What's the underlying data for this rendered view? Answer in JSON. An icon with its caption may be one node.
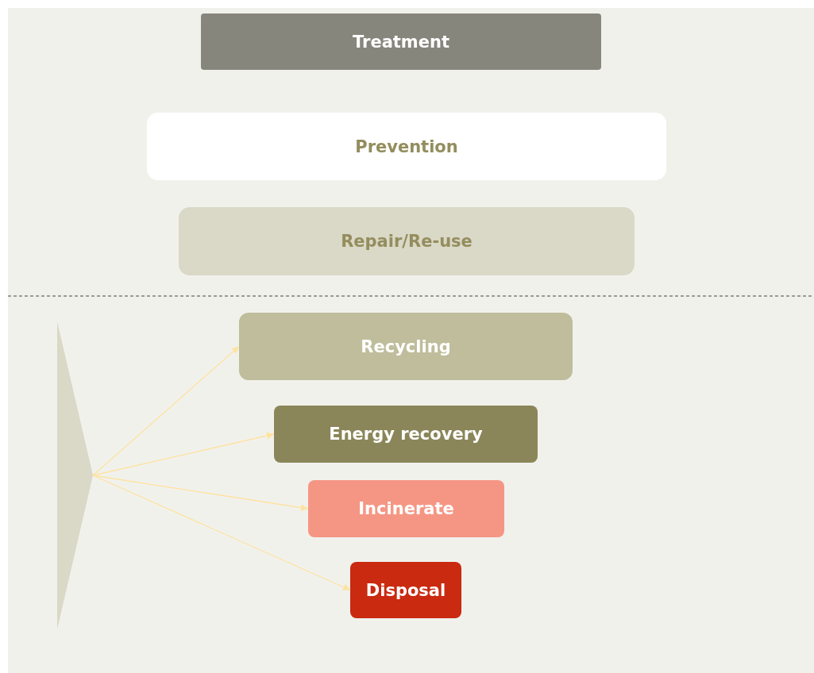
{
  "diagram": {
    "nodes": [
      {
        "text": [
          "Treatment"
        ]
      },
      {
        "text": [
          "Prevention"
        ]
      },
      {
        "text": [
          "Repair/Re-use"
        ]
      },
      {
        "text": [
          "Recycling"
        ]
      },
      {
        "text": [
          "Energy recovery"
        ]
      },
      {
        "text": [
          "Incinerate"
        ]
      },
      {
        "text": [
          "Disposal"
        ]
      },
      {
        "text": [],
        "shape": "triangle"
      }
    ],
    "edges": [
      {
        "from": 7,
        "to": 3,
        "arrow": "to"
      },
      {
        "from": 7,
        "to": 4,
        "arrow": "to"
      },
      {
        "from": 7,
        "to": 5,
        "arrow": "to"
      },
      {
        "from": 7,
        "to": 6,
        "arrow": "to"
      }
    ]
  }
}
